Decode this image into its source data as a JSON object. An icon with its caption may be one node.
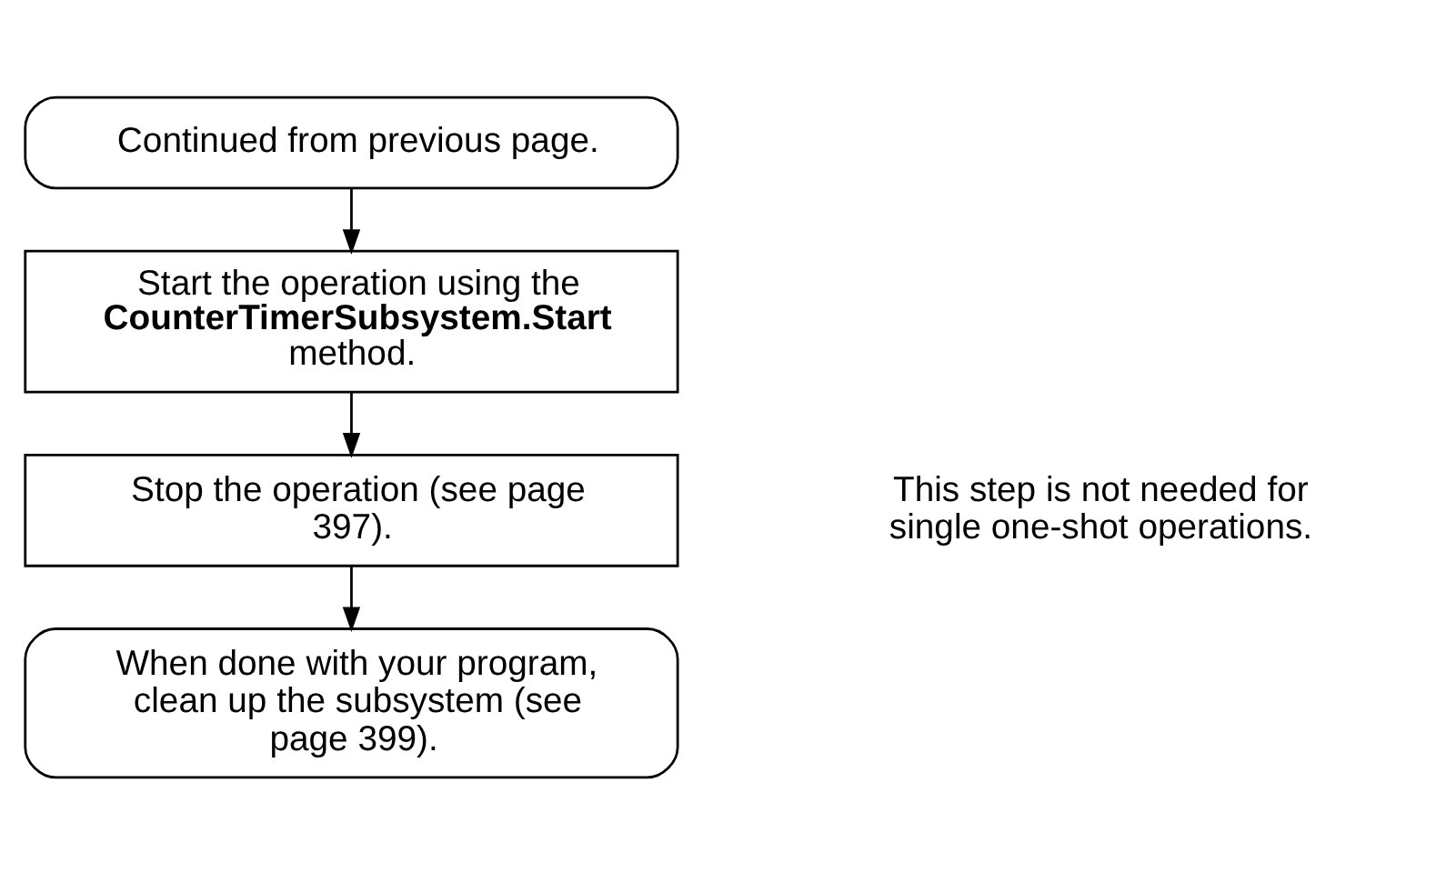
{
  "diagram": {
    "nodes": [
      {
        "text": [
          "Continued from previous page."
        ]
      },
      {
        "text": [
          "Start the operation using the **CounterTimerSubsystem.Start** method."
        ]
      },
      {
        "text": [
          "Stop the operation (see page 397)."
        ]
      },
      {
        "text": [
          "When done with your program, clean up the subsystem (see page 399)."
        ]
      }
    ],
    "edges": [
      {
        "from": 0,
        "to": 1,
        "arrow": "to"
      },
      {
        "from": 1,
        "to": 2,
        "arrow": "to"
      },
      {
        "from": 2,
        "to": 3,
        "arrow": "to"
      }
    ],
    "labels": [
      "This step is not needed for single one-shot operations."
    ]
  }
}
